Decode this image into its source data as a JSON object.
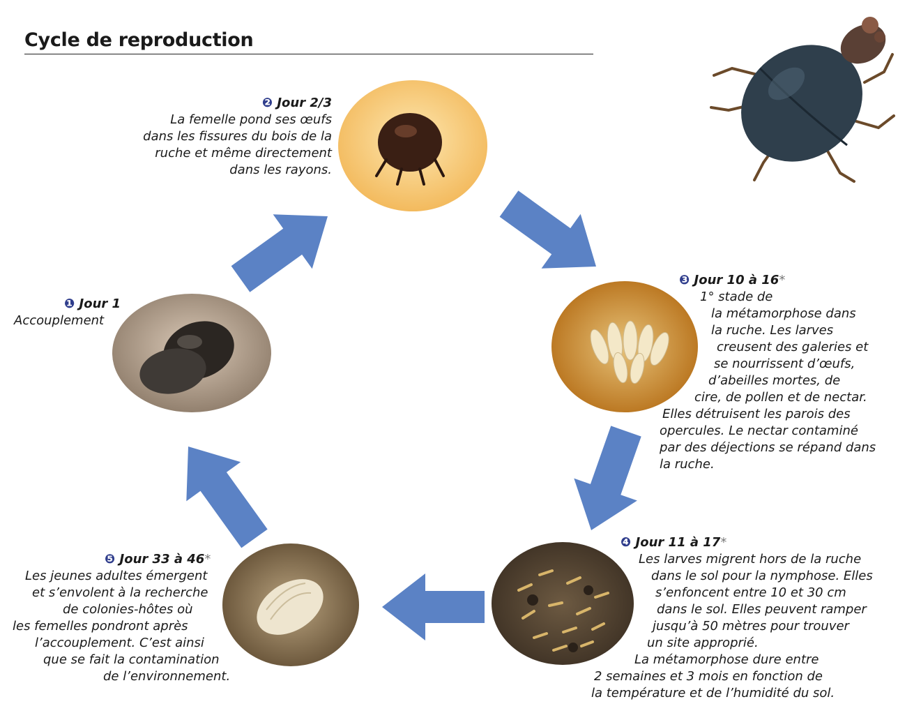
{
  "title": "Cycle de reproduction",
  "stages": [
    {
      "marker": "❶",
      "heading": "Jour 1",
      "asterisk": "",
      "lines": [
        "Accouplement"
      ]
    },
    {
      "marker": "❷",
      "heading": "Jour 2/3",
      "asterisk": "",
      "lines": [
        "La femelle pond ses œufs",
        "dans les fissures du bois de la",
        "ruche et même directement",
        "dans les rayons."
      ]
    },
    {
      "marker": "❸",
      "heading": "Jour 10 à 16",
      "asterisk": "*",
      "lines": [
        "1° stade de",
        "la métamorphose dans",
        "la ruche. Les larves",
        "creusent des galeries et",
        "se nourrissent d’œufs,",
        "d’abeilles mortes, de",
        "cire, de pollen et de nectar.",
        "Elles détruisent les parois des",
        "opercules. Le nectar contaminé",
        "par des déjections se répand dans",
        "la ruche."
      ]
    },
    {
      "marker": "❹",
      "heading": "Jour 11 à 17",
      "asterisk": "*",
      "lines": [
        "Les larves migrent hors de la ruche",
        "dans le sol pour la nymphose. Elles",
        "s’enfoncent entre 10 et 30 cm",
        "dans le sol. Elles peuvent ramper",
        "jusqu’à 50 mètres pour trouver",
        "un site approprié.",
        "La métamorphose dure entre",
        "2 semaines et 3 mois en fonction de",
        "la température et de l’humidité du sol."
      ]
    },
    {
      "marker": "❺",
      "heading": "Jour 33 à 46",
      "asterisk": "*",
      "lines": [
        "Les jeunes adultes émergent",
        "et s’envolent à la recherche",
        "de colonies-hôtes où",
        "les femelles pondront après",
        "l’accouplement. C’est ainsi",
        "que se fait la contamination",
        "de l’environnement."
      ]
    }
  ],
  "colors": {
    "arrow": "#5b82c5",
    "marker": "#2f3d8c",
    "asterisk": "#777777"
  }
}
